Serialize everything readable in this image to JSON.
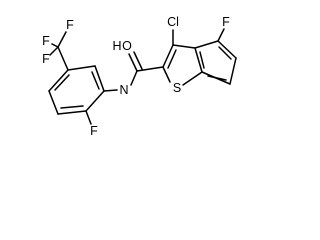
{
  "structure": {
    "atoms": {
      "f_cf3_top": "F",
      "f_cf3_left": "F",
      "f_cf3_bottom": "F",
      "o_carbonyl": "O",
      "n_amide": "N",
      "h_amide": "H",
      "cl": "Cl",
      "f_benzothiophene": "F",
      "s_thiophene": "S",
      "f_ortho": "F"
    }
  }
}
